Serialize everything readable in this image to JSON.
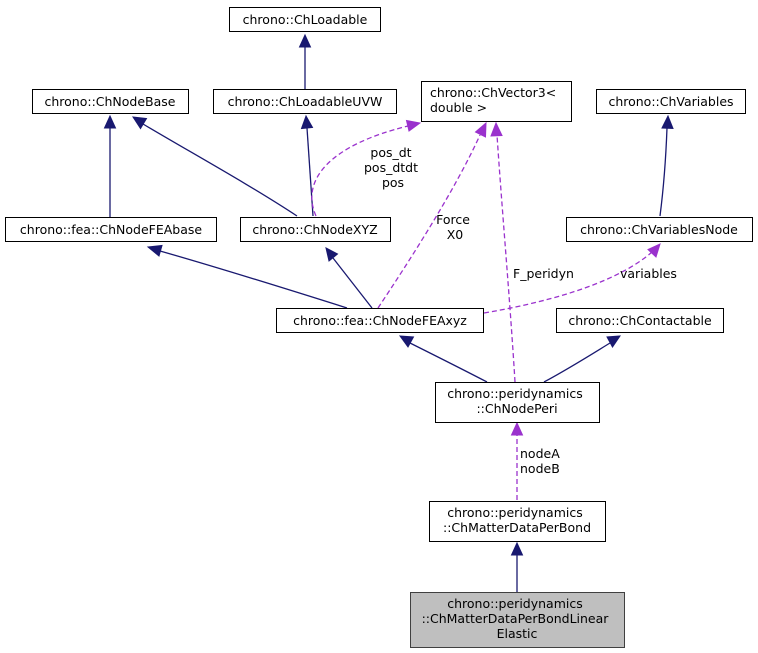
{
  "nodes": {
    "loadable": {
      "lines": [
        "chrono::ChLoadable"
      ]
    },
    "nodebase": {
      "lines": [
        "chrono::ChNodeBase"
      ]
    },
    "loadableuvw": {
      "lines": [
        "chrono::ChLoadableUVW"
      ]
    },
    "vector3": {
      "lines": [
        "chrono::ChVector3<",
        "double >"
      ]
    },
    "variables": {
      "lines": [
        "chrono::ChVariables"
      ]
    },
    "nodefeabase": {
      "lines": [
        "chrono::fea::ChNodeFEAbase"
      ]
    },
    "nodexyz": {
      "lines": [
        "chrono::ChNodeXYZ"
      ]
    },
    "variablesnode": {
      "lines": [
        "chrono::ChVariablesNode"
      ]
    },
    "nodefeaxyz": {
      "lines": [
        "chrono::fea::ChNodeFEAxyz"
      ]
    },
    "contactable": {
      "lines": [
        "chrono::ChContactable"
      ]
    },
    "nodeperi": {
      "lines": [
        "chrono::peridynamics",
        "::ChNodePeri"
      ]
    },
    "matterdata": {
      "lines": [
        "chrono::peridynamics",
        "::ChMatterDataPerBond"
      ]
    },
    "linearelastic": {
      "lines": [
        "chrono::peridynamics",
        "::ChMatterDataPerBondLinear",
        "Elastic"
      ]
    }
  },
  "edge_labels": {
    "pos": [
      "pos_dt",
      "pos_dtdt",
      "pos"
    ],
    "force": [
      "Force",
      "X0"
    ],
    "fperidyn": [
      "F_peridyn"
    ],
    "variables": [
      "variables"
    ],
    "nodes": [
      "nodeA",
      "nodeB"
    ]
  },
  "edge_kinds": {
    "inheritance": {
      "color": "#191970",
      "style": "solid"
    },
    "usage": {
      "color": "#9a32cd",
      "style": "dashed"
    }
  },
  "highlight_color": "#bfbfbf"
}
